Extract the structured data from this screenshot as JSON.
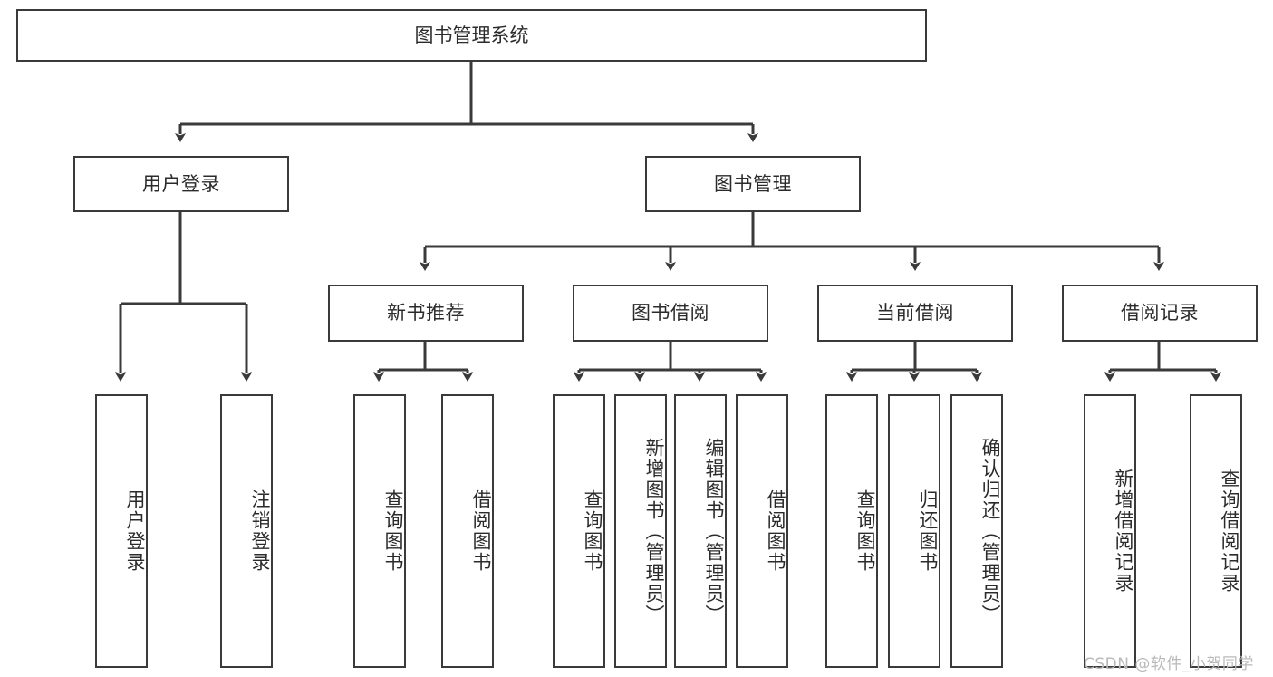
{
  "diagram": {
    "title": "图书管理系统",
    "type": "hierarchy-tree",
    "watermark": "CSDN @软件_小贺同学",
    "stroke_color": "#3a3a3a",
    "text_color": "#2b2b2b",
    "background_color": "#ffffff",
    "watermark_color": "#b9b9b9"
  },
  "nodes": {
    "root": {
      "label": "图书管理系统",
      "level": 0
    },
    "level1": [
      {
        "id": "user-login",
        "label": "用户登录"
      },
      {
        "id": "book-manage",
        "label": "图书管理"
      }
    ],
    "level2": [
      {
        "id": "new-book-recommend",
        "label": "新书推荐",
        "parent": "book-manage"
      },
      {
        "id": "book-borrow",
        "label": "图书借阅",
        "parent": "book-manage"
      },
      {
        "id": "current-borrow",
        "label": "当前借阅",
        "parent": "book-manage"
      },
      {
        "id": "borrow-record",
        "label": "借阅记录",
        "parent": "book-manage"
      }
    ],
    "leaves": [
      {
        "id": "leaf-user-login",
        "label": "用户登录",
        "parent": "user-login"
      },
      {
        "id": "leaf-logout-login",
        "label": "注销登录",
        "parent": "user-login"
      },
      {
        "id": "leaf-query-book-1",
        "label": "查询图书",
        "parent": "new-book-recommend"
      },
      {
        "id": "leaf-borrow-book-1",
        "label": "借阅图书",
        "parent": "new-book-recommend"
      },
      {
        "id": "leaf-query-book-2",
        "label": "查询图书",
        "parent": "book-borrow"
      },
      {
        "id": "leaf-add-book",
        "label": "新增图书（管理员）",
        "parent": "book-borrow"
      },
      {
        "id": "leaf-edit-book",
        "label": "编辑图书（管理员）",
        "parent": "book-borrow"
      },
      {
        "id": "leaf-borrow-book-2",
        "label": "借阅图书",
        "parent": "book-borrow"
      },
      {
        "id": "leaf-query-book-3",
        "label": "查询图书",
        "parent": "current-borrow"
      },
      {
        "id": "leaf-return-book",
        "label": "归还图书",
        "parent": "current-borrow"
      },
      {
        "id": "leaf-confirm-return",
        "label": "确认归还（管理员）",
        "parent": "current-borrow"
      },
      {
        "id": "leaf-add-record",
        "label": "新增借阅记录",
        "parent": "borrow-record"
      },
      {
        "id": "leaf-query-record",
        "label": "查询借阅记录",
        "parent": "borrow-record"
      }
    ]
  }
}
